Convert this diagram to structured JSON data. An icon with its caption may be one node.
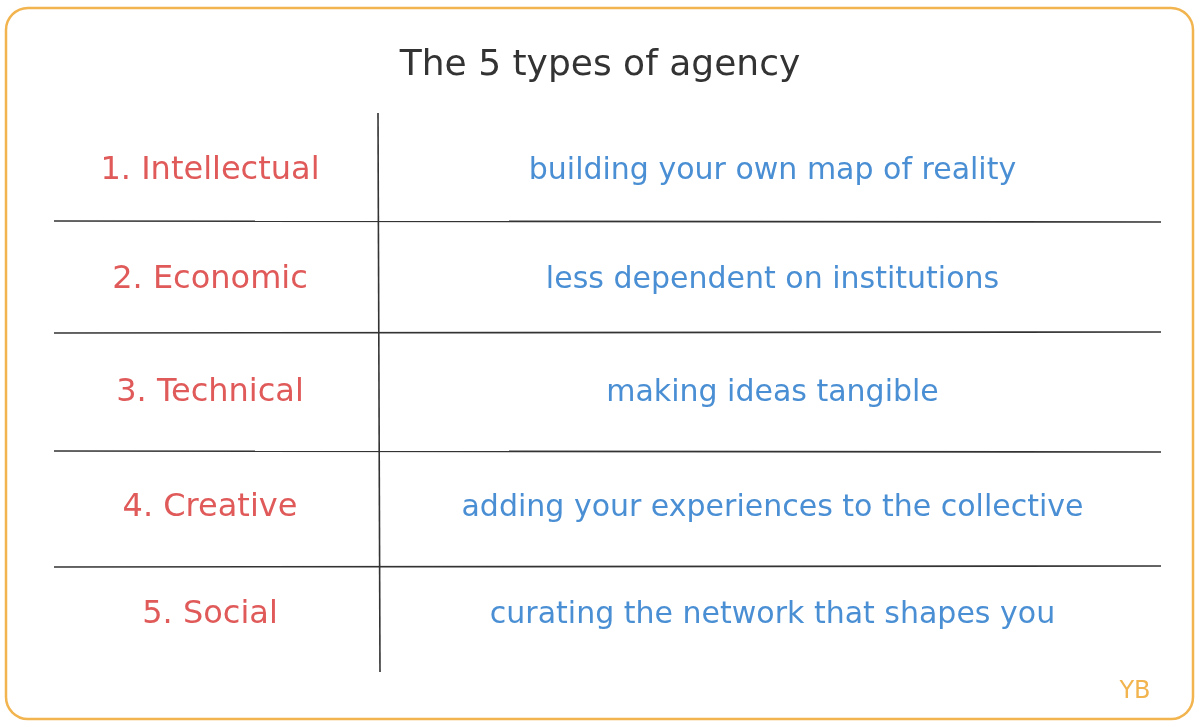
{
  "diagram": {
    "title": "The 5 types of agency",
    "labels": [
      "1. Intellectual",
      "building your own map of reality",
      "2. Economic",
      "less dependent on institutions",
      "3. Technical",
      "making ideas tangible",
      "4. Creative",
      "adding your experiences to the collective",
      "5. Social",
      "curating the network that shapes you",
      "YB"
    ]
  }
}
